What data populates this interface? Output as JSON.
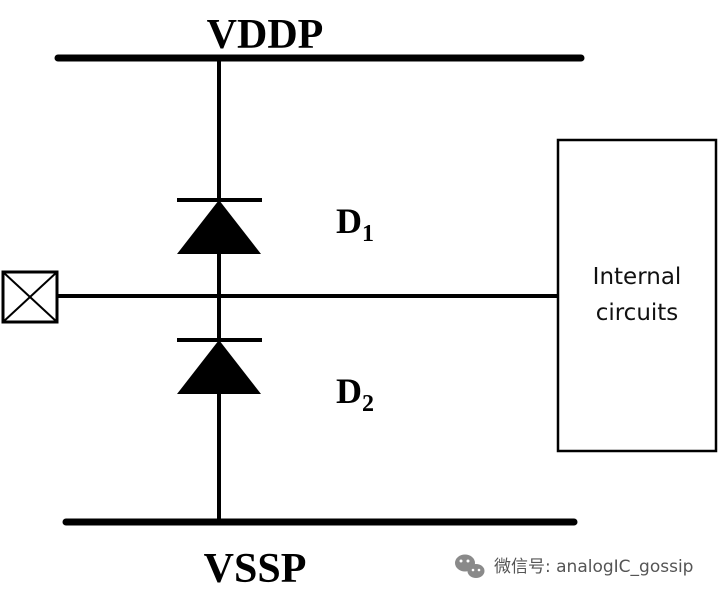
{
  "rails": {
    "top_label": "VDDP",
    "bottom_label": "VSSP"
  },
  "diodes": [
    {
      "letter": "D",
      "subscript": "1"
    },
    {
      "letter": "D",
      "subscript": "2"
    }
  ],
  "internal_block": {
    "line1": "Internal",
    "line2": "circuits"
  },
  "pad": {
    "icon": "io-pad-icon"
  },
  "watermark": {
    "icon": "wechat-icon",
    "text": "微信号: analogIC_gossip"
  }
}
